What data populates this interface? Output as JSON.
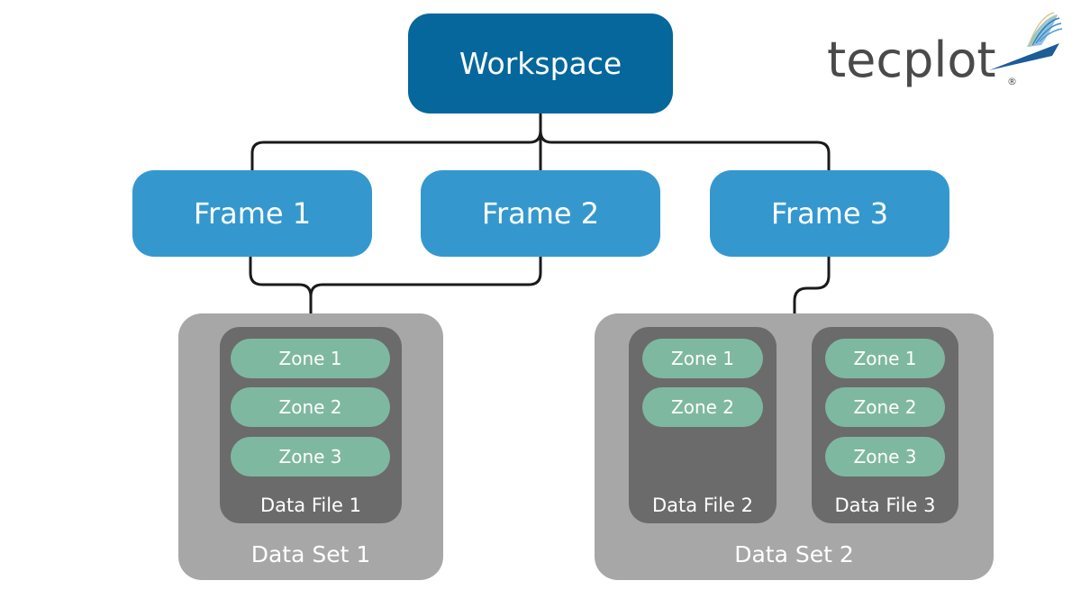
{
  "workspace": {
    "label": "Workspace"
  },
  "frames": [
    {
      "label": "Frame 1"
    },
    {
      "label": "Frame 2"
    },
    {
      "label": "Frame 3"
    }
  ],
  "data_sets": [
    {
      "label": "Data Set 1",
      "data_files": [
        {
          "label": "Data File 1",
          "zones": [
            "Zone 1",
            "Zone 2",
            "Zone 3"
          ]
        }
      ]
    },
    {
      "label": "Data Set 2",
      "data_files": [
        {
          "label": "Data File 2",
          "zones": [
            "Zone 1",
            "Zone 2"
          ]
        },
        {
          "label": "Data File 3",
          "zones": [
            "Zone 1",
            "Zone 2",
            "Zone 3"
          ]
        }
      ]
    }
  ],
  "logo": {
    "text": "tecplot",
    "registered_mark": "®"
  },
  "colors": {
    "workspace": "#05679c",
    "frame": "#3498cf",
    "data_set": "#a7a7a7",
    "data_file": "#6b6b6b",
    "zone": "#7fb8a0",
    "connector": "#1a1a1a",
    "logo_text": "#4a4a4a",
    "logo_accent": "#1c5c97"
  },
  "connections": [
    {
      "from": "Workspace",
      "to": "Frame 1"
    },
    {
      "from": "Workspace",
      "to": "Frame 2"
    },
    {
      "from": "Workspace",
      "to": "Frame 3"
    },
    {
      "from": "Frame 1",
      "to": "Data Set 1"
    },
    {
      "from": "Frame 2",
      "to": "Data Set 1"
    },
    {
      "from": "Frame 3",
      "to": "Data Set 2"
    }
  ]
}
